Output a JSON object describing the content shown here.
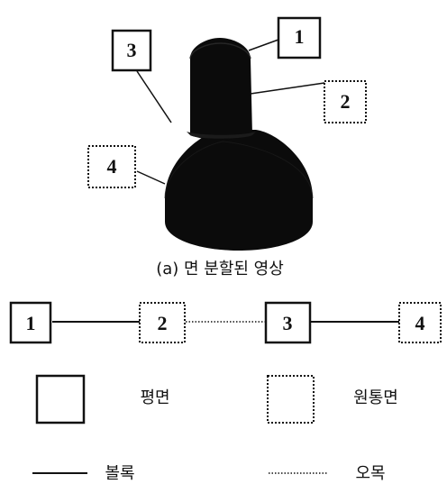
{
  "top_diagram": {
    "labels": {
      "face1": "1",
      "face2": "2",
      "face3": "3",
      "face4": "4"
    },
    "caption": "(a) 면 분할된 영상"
  },
  "bottom_diagram": {
    "nodes": {
      "n1": "1",
      "n2": "2",
      "n3": "3",
      "n4": "4"
    },
    "legend": {
      "plane": "평면",
      "cylinder": "원통면",
      "convex": "볼록",
      "concave": "오목"
    }
  },
  "colors": {
    "ink": "#111111",
    "solid_fill": "#0b0b0b",
    "background": "#ffffff"
  }
}
